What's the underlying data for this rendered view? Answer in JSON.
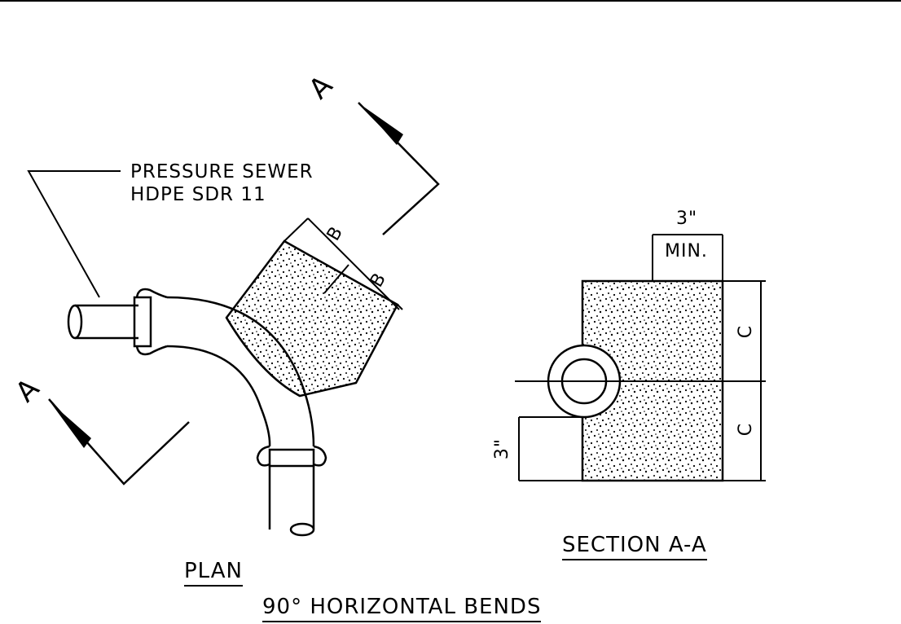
{
  "callout": {
    "line1": "PRESSURE SEWER",
    "line2": "HDPE SDR 11"
  },
  "section_marker_letter": "A",
  "dimensions": {
    "b": "B",
    "c": "C",
    "three_inch": "3\"",
    "min": "MIN."
  },
  "labels": {
    "plan": "PLAN",
    "section": "SECTION A-A",
    "title": "90° HORIZONTAL BENDS"
  },
  "colors": {
    "ink": "#000000",
    "paper": "#ffffff"
  }
}
